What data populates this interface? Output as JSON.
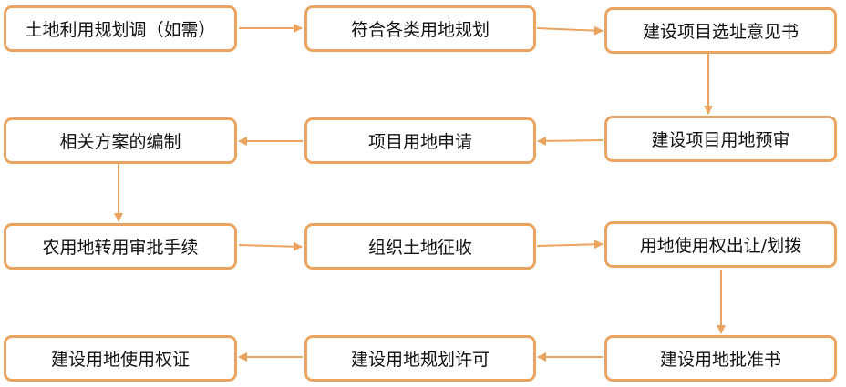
{
  "colors": {
    "box_border": "#eba45f",
    "arrow": "#eba45f",
    "text": "#111111",
    "background": "#ffffff"
  },
  "steps": [
    {
      "id": "s1",
      "label": "土地利用规划调（如需）"
    },
    {
      "id": "s2",
      "label": "符合各类用地规划"
    },
    {
      "id": "s3",
      "label": "建设项目选址意见书"
    },
    {
      "id": "s4",
      "label": "建设项目用地预审"
    },
    {
      "id": "s5",
      "label": "项目用地申请"
    },
    {
      "id": "s6",
      "label": "相关方案的编制"
    },
    {
      "id": "s7",
      "label": "农用地转用审批手续"
    },
    {
      "id": "s8",
      "label": "组织土地征收"
    },
    {
      "id": "s9",
      "label": "用地使用权出让/划拨"
    },
    {
      "id": "s10",
      "label": "建设用地批准书"
    },
    {
      "id": "s11",
      "label": "建设用地规划许可"
    },
    {
      "id": "s12",
      "label": "建设用地使用权证"
    }
  ],
  "flow": [
    [
      "s1",
      "s2"
    ],
    [
      "s2",
      "s3"
    ],
    [
      "s3",
      "s4"
    ],
    [
      "s4",
      "s5"
    ],
    [
      "s5",
      "s6"
    ],
    [
      "s6",
      "s7"
    ],
    [
      "s7",
      "s8"
    ],
    [
      "s8",
      "s9"
    ],
    [
      "s9",
      "s10"
    ],
    [
      "s10",
      "s11"
    ],
    [
      "s11",
      "s12"
    ]
  ]
}
